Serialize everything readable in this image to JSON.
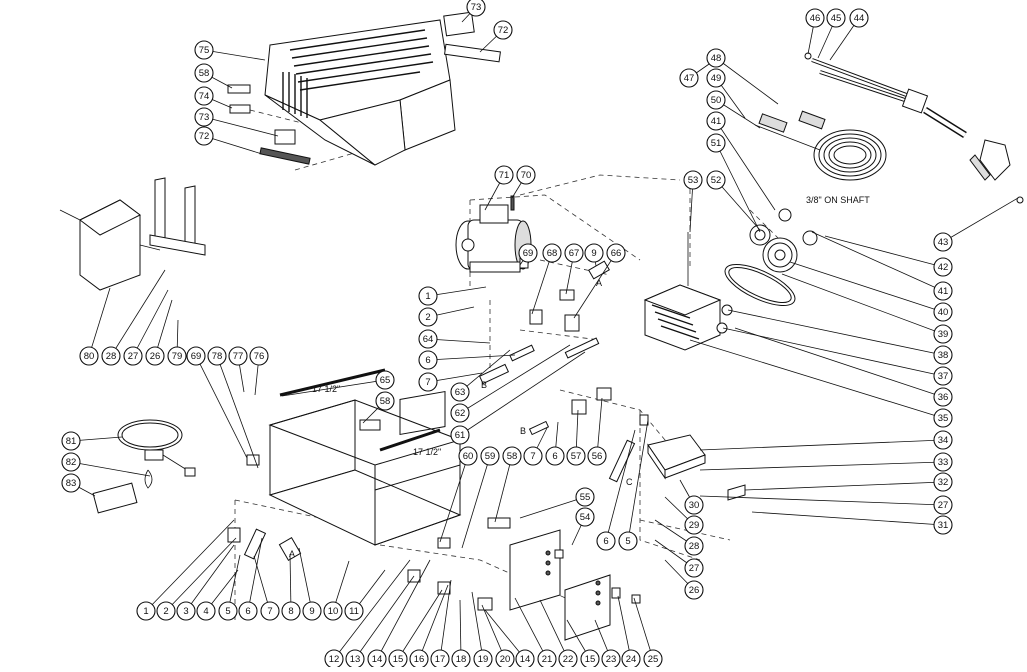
{
  "notes": {
    "shaft": "3/8\" ON SHAFT",
    "dim_upper": "17 1/2\"",
    "dim_lower": "17 1/2\""
  },
  "letters": [
    "A",
    "B",
    "B",
    "C",
    "A"
  ],
  "callouts": [
    "73",
    "72",
    "75",
    "58",
    "74",
    "73",
    "72",
    "46",
    "45",
    "44",
    "48",
    "47",
    "49",
    "50",
    "41",
    "51",
    "71",
    "70",
    "69",
    "68",
    "67",
    "9",
    "66",
    "53",
    "52",
    "43",
    "42",
    "41",
    "40",
    "39",
    "1",
    "2",
    "64",
    "6",
    "7",
    "63",
    "62",
    "61",
    "38",
    "37",
    "36",
    "35",
    "80",
    "28",
    "27",
    "26",
    "79",
    "69",
    "78",
    "77",
    "76",
    "65",
    "58",
    "60",
    "59",
    "58",
    "34",
    "33",
    "32",
    "81",
    "82",
    "83",
    "7",
    "6",
    "57",
    "56",
    "30",
    "55",
    "29",
    "27",
    "54",
    "28",
    "31",
    "27",
    "6",
    "5",
    "26",
    "1",
    "2",
    "3",
    "4",
    "5",
    "6",
    "7",
    "8",
    "9",
    "10",
    "11",
    "12",
    "13",
    "14",
    "15",
    "16",
    "17",
    "18",
    "19",
    "20",
    "14",
    "21",
    "22",
    "15",
    "23",
    "24",
    "25"
  ]
}
